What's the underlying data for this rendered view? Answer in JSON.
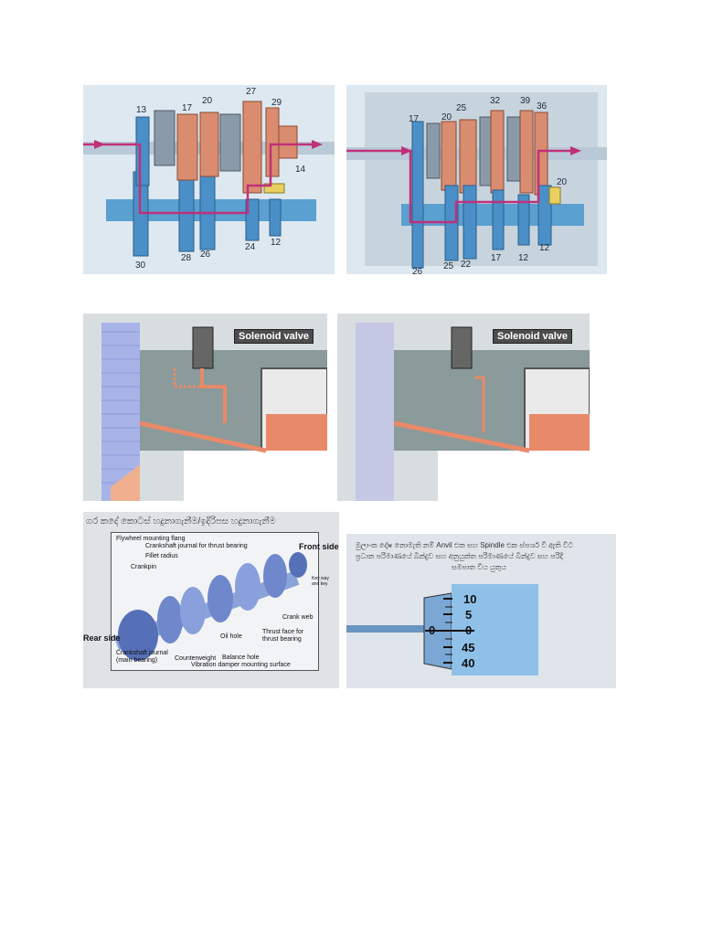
{
  "panel1": {
    "labels": [
      "13",
      "17",
      "20",
      "27",
      "29",
      "14",
      "30",
      "28",
      "26",
      "24",
      "12"
    ]
  },
  "panel2": {
    "labels": [
      "17",
      "20",
      "25",
      "32",
      "39",
      "36",
      "20",
      "26",
      "25",
      "22",
      "17",
      "12",
      "12"
    ]
  },
  "panel3": {
    "valve_label": "Solenoid valve"
  },
  "panel4": {
    "valve_label": "Solenoid valve"
  },
  "panel5": {
    "title": "ගර කදේ කොටස් හදුනාගැනීම/ඉදිරිපස හදුනාගැනීම",
    "labels": {
      "flywheel": "Flywheel mounting flang",
      "journal_thrust": "Crankshaft journal for thrust bearing",
      "fillet": "Fillet radius",
      "crankpin": "Crankpin",
      "front": "Front side",
      "keyway": "Key way and key",
      "rear": "Rear side",
      "crank_web": "Crank web",
      "oil_hole": "Oil hole",
      "thrust_face": "Thrust face for thrust bearing",
      "main_journal": "Crankshaft journal (main bearing)",
      "counterweight": "Counterweight",
      "balance_hole": "Balance hole",
      "damper": "Vibration damper mounting surface"
    }
  },
  "panel6": {
    "line1": "මුලා-ක දෝෂ නොමැති නම් Anvil එක සහ Spindle එක ස්පර්ශ වී ඇති විට",
    "line2": "ප්‍රධාන පරිමාණයේ බින්දුව සහ අනුයුක්ත පරිමාණයේ බින්දුව සහ පරිදි",
    "line3": "සමපාත විය යුතුය",
    "thimble_ticks": [
      "10",
      "5",
      "0",
      "45",
      "40"
    ],
    "sleeve_zero": "0"
  }
}
